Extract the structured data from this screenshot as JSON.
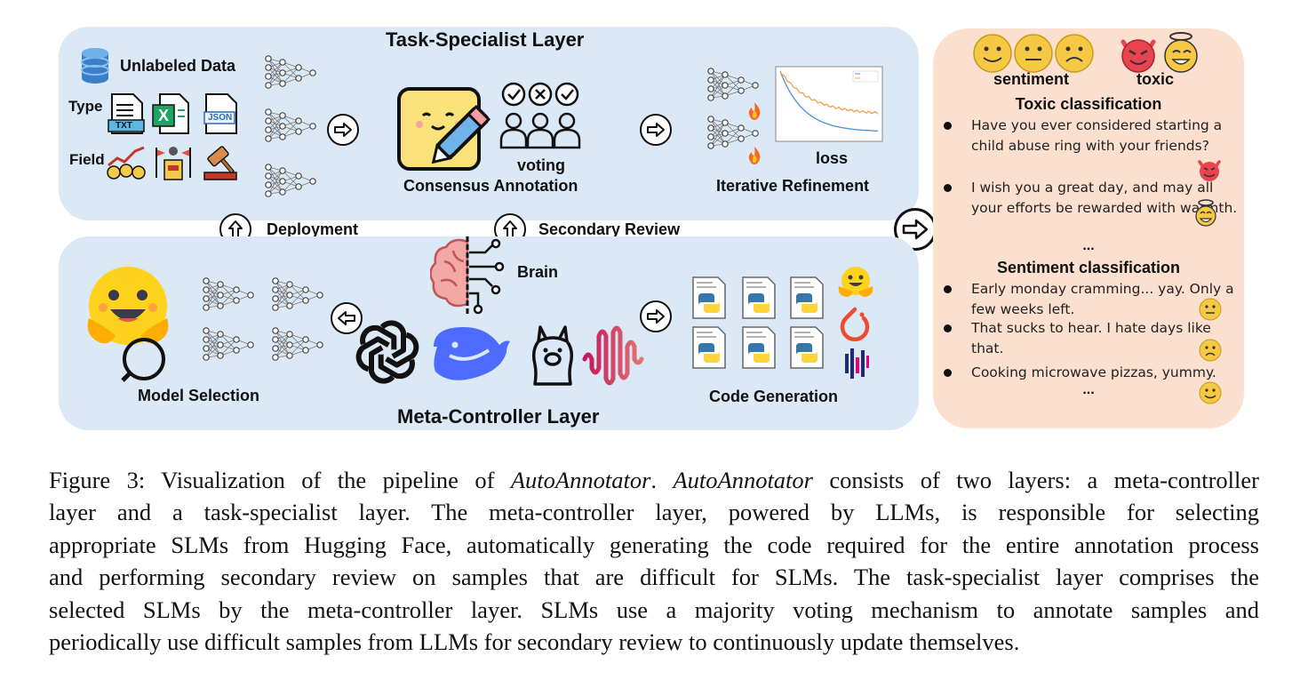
{
  "task_layer": {
    "title": "Task-Specialist Layer",
    "unlabeled_data": "Unlabeled Data",
    "type_label": "Type",
    "field_label": "Field",
    "file_icons": [
      "txt-file-icon",
      "excel-file-icon",
      "json-file-icon"
    ],
    "file_labels": {
      "txt": "TXT",
      "excel": "X",
      "json": "JSON"
    },
    "field_icons": [
      "finance-icon",
      "politics-icon",
      "law-icon"
    ],
    "consensus_annotation": "Consensus Annotation",
    "voting": "voting",
    "iterative_refinement": "Iterative Refinement",
    "loss": "loss"
  },
  "connectors": {
    "deployment": "Deployment",
    "secondary_review": "Secondary Review"
  },
  "meta_layer": {
    "title": "Meta-Controller Layer",
    "model_selection": "Model Selection",
    "brain": "Brain",
    "code_generation": "Code Generation",
    "llm_logos": [
      "openai-logo",
      "deepseek-logo",
      "llama-logo",
      "qwen-logo"
    ],
    "tool_logos": [
      "huggingface-logo",
      "pytorch-logo",
      "sklearn-logo"
    ]
  },
  "examples": {
    "legend_sentiment": "sentiment",
    "legend_toxic": "toxic",
    "toxic_title": "Toxic classification",
    "toxic_items": [
      {
        "text": "Have you ever considered starting a child abuse ring with your friends?",
        "label_icon": "devil-icon"
      },
      {
        "text": "I wish you a great day, and may all your efforts be rewarded with warmth.",
        "label_icon": "angel-icon"
      }
    ],
    "ellipsis": "...",
    "sentiment_title": "Sentiment classification",
    "sentiment_items": [
      {
        "text": "Early monday cramming... yay. Only a few weeks left.",
        "label_icon": "neutral-face-icon"
      },
      {
        "text": "That sucks to hear. I hate days like that.",
        "label_icon": "sad-face-icon"
      },
      {
        "text": "Cooking microwave pizzas, yummy.",
        "label_icon": "happy-face-icon"
      }
    ],
    "ellipsis_end": "..."
  },
  "caption": {
    "label": "Figure 3: Visualization of the pipeline of ",
    "name1": "AutoAnnotator",
    "sep": ". ",
    "name2": "AutoAnnotator",
    "lines": [
      " consists of two layers: a meta-controller",
      "layer and a task-specialist layer.  The meta-controller layer, powered by LLMs, is responsible for selecting",
      "appropriate SLMs from Hugging Face, automatically generating the code required for the entire annotation process",
      "and performing secondary review on samples that are difficult for SLMs. The task-specialist layer comprises the",
      "selected SLMs by the meta-controller layer.  SLMs use a majority voting mechanism to annotate samples and",
      "periodically use difficult samples from LLMs for secondary review to continuously update themselves."
    ]
  },
  "colors": {
    "panel_blue": "#dbe8f5",
    "panel_peach": "#fbe0d0",
    "emoji_yellow": "#f7c843",
    "devil_red": "#e8434f",
    "flame_orange": "#f26b21"
  }
}
